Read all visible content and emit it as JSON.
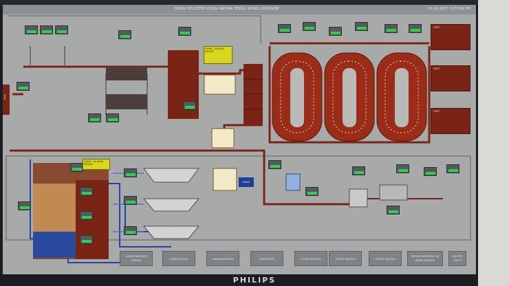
{
  "app": {
    "title": "BURSA SELEKTÖR ATIKSU ARITMA TESİSİ / GENEL GÖRÜNÜM",
    "datetime": "15.10.2017 13:55:06 PM"
  },
  "monitor": {
    "brand": "PHILIPS"
  },
  "side_button": {
    "label": "GİRİŞ"
  },
  "warnings": [
    {
      "label": "UYARI: ÇALIŞMA DEVAM"
    },
    {
      "label": "UYARI: ÇALIŞMA DEVAM"
    }
  ],
  "info_panels": [
    {
      "label": "ÖZET"
    },
    {
      "label": "ÖZET"
    },
    {
      "label": "ÖZET"
    }
  ],
  "equipment": {
    "deniz_label": "DENİZ"
  },
  "bottom_nav": {
    "items": [
      {
        "label": "GENEL BİLGİLER SAYFASI"
      },
      {
        "label": "ÇAMUR TESİSİ"
      },
      {
        "label": "HAVALANDIRMA"
      },
      {
        "label": "GERİ DEVİR"
      },
      {
        "label": "ALARM SAYFASI"
      },
      {
        "label": "TREND SAYFASI"
      },
      {
        "label": "RAPOR SAYFASI"
      },
      {
        "label": "PROSES KONTROL VE ARIZA SAYFASI"
      },
      {
        "label": "SİSTEM ÖZETİ"
      }
    ]
  },
  "colors": {
    "screen_bg": "#a8aaa9",
    "tank_red": "#9b2d18",
    "panel_red": "#7a2416",
    "indicator_green": "#2fd04c",
    "pipe_blue": "#2b3fa8",
    "pipe_red": "#7a2416",
    "water_blue": "#1f3f95"
  }
}
